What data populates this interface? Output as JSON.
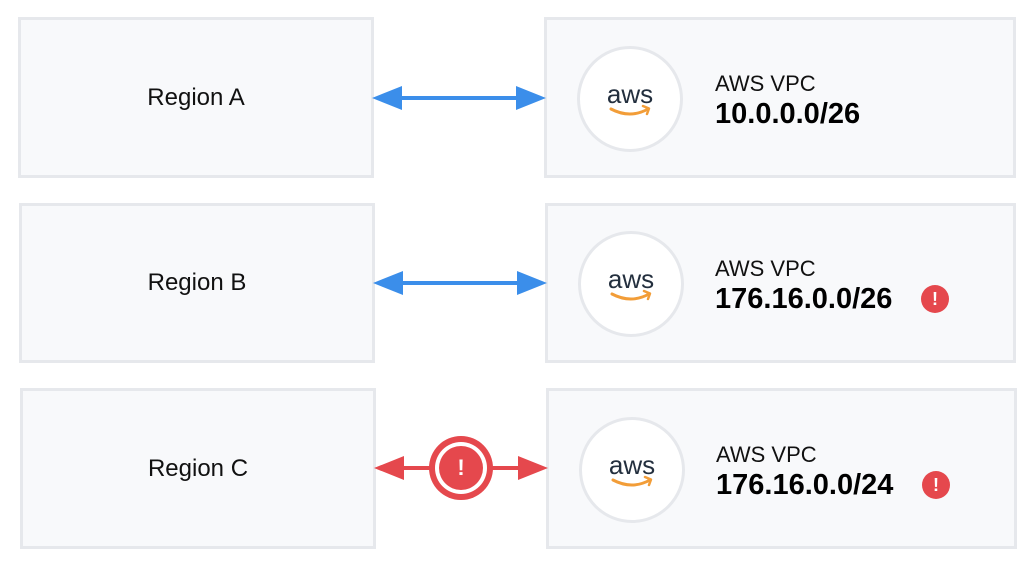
{
  "regions": [
    {
      "label": "Region A"
    },
    {
      "label": "Region B"
    },
    {
      "label": "Region C"
    }
  ],
  "vpcs": [
    {
      "logo": "aws",
      "title": "AWS VPC",
      "cidr": "10.0.0.0/26",
      "warning": false
    },
    {
      "logo": "aws",
      "title": "AWS VPC",
      "cidr": "176.16.0.0/26",
      "warning": true,
      "warning_icon": "!"
    },
    {
      "logo": "aws",
      "title": "AWS VPC",
      "cidr": "176.16.0.0/24",
      "warning": true,
      "warning_icon": "!"
    }
  ],
  "connections": [
    {
      "status": "ok",
      "color": "#3b8eea"
    },
    {
      "status": "ok",
      "color": "#3b8eea"
    },
    {
      "status": "error",
      "color": "#e5484d",
      "error_icon": "!"
    }
  ],
  "colors": {
    "aws_smile": "#f29d38",
    "aws_text": "#232f3e",
    "warning": "#e5484d"
  }
}
